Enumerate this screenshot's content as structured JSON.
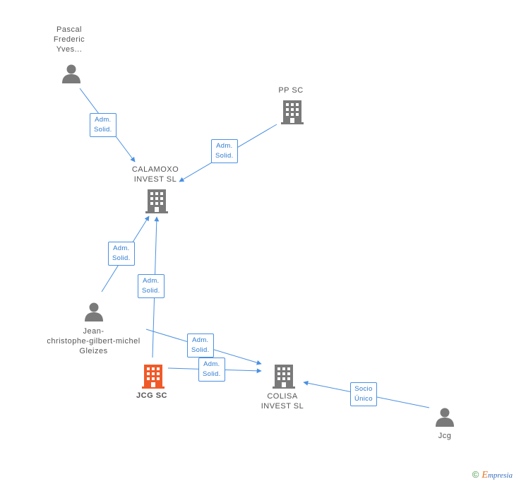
{
  "colors": {
    "edge": "#4a90e2",
    "node": "#7a7a7a",
    "highlight": "#f05a28",
    "label": "#555555"
  },
  "nodes": {
    "pascal": {
      "label": "Pascal\nFrederic\nYves...",
      "type": "person",
      "icon": "person-icon"
    },
    "ppsc": {
      "label": "PP SC",
      "type": "company",
      "icon": "building-icon"
    },
    "calamoxo": {
      "label": "CALAMOXO\nINVEST  SL",
      "type": "company",
      "icon": "building-icon"
    },
    "jean": {
      "label": "Jean-\nchristophe-gilbert-michel\nGleizes",
      "type": "person",
      "icon": "person-icon"
    },
    "jcg": {
      "label": "JCG SC",
      "type": "company",
      "icon": "building-icon",
      "highlight": true
    },
    "colisa": {
      "label": "COLISA\nINVEST  SL",
      "type": "company",
      "icon": "building-icon"
    },
    "jcgperson": {
      "label": "Jcg",
      "type": "person",
      "icon": "person-icon"
    }
  },
  "edges": {
    "e1": {
      "label": "Adm.\nSolid.",
      "from": "pascal",
      "to": "calamoxo"
    },
    "e2": {
      "label": "Adm.\nSolid.",
      "from": "ppsc",
      "to": "calamoxo"
    },
    "e3": {
      "label": "Adm.\nSolid.",
      "from": "jean",
      "to": "calamoxo"
    },
    "e4": {
      "label": "Adm.\nSolid.",
      "from": "jcg",
      "to": "calamoxo"
    },
    "e5": {
      "label": "Adm.\nSolid.",
      "from": "jean",
      "to": "colisa"
    },
    "e6": {
      "label": "Adm.\nSolid.",
      "from": "jcg",
      "to": "colisa"
    },
    "e7": {
      "label": "Socio\nÚnico",
      "from": "jcgperson",
      "to": "colisa"
    }
  },
  "footer": {
    "copyright": "©",
    "brand_initial": "E",
    "brand_rest": "mpresia"
  }
}
